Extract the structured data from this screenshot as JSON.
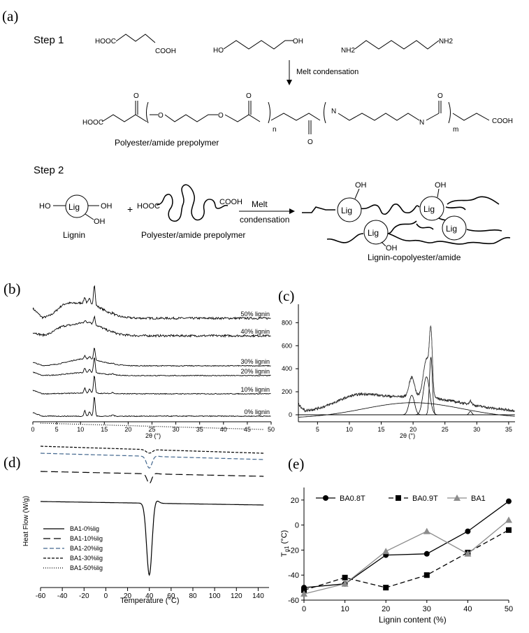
{
  "panels": {
    "a": {
      "letter": "(a)",
      "step1": "Step 1",
      "step2": "Step 2",
      "m_succinic": {
        "left": "HOOC",
        "right": "COOH"
      },
      "m_butanediol": {
        "left": "HO",
        "right": "OH"
      },
      "m_diamine": {
        "left": "NH2",
        "right": "NH2"
      },
      "arrow_label_1": "Melt condensation",
      "prepolymer": {
        "hooc": "HOOC",
        "cooh": "COOH",
        "o1": "O",
        "o2": "O",
        "co1": "O",
        "co2": "O",
        "co3": "O",
        "co4": "O",
        "n1": "N",
        "n2": "N",
        "sub_n": "n",
        "sub_m": "m"
      },
      "prepolymer_label": "Polyester/amide prepolymer",
      "lignin": {
        "lig": "Lig",
        "oh_left": "HO",
        "oh_right": "OH",
        "oh_bottom": "OH"
      },
      "lignin_label": "Lignin",
      "plus": "+",
      "prepolymer2": {
        "hooc": "HOOC",
        "cooh": "COOH"
      },
      "prepolymer2_label": "Polyester/amide prepolymer",
      "arrow_label_2a": "Melt",
      "arrow_label_2b": "condensation",
      "product": {
        "lig": "Lig",
        "oh": "OH"
      },
      "product_label": "Lignin-copolyester/amide"
    },
    "b": {
      "letter": "(b)"
    },
    "c": {
      "letter": "(c)"
    },
    "d": {
      "letter": "(d)"
    },
    "e": {
      "letter": "(e)"
    }
  },
  "chart_data": [
    {
      "id": "b",
      "type": "line",
      "xlabel": "2θ (°)",
      "xlim": [
        0,
        50
      ],
      "xticks": [
        0,
        5,
        10,
        15,
        20,
        25,
        30,
        35,
        40,
        45,
        50
      ],
      "series": [
        {
          "name": "50% lignin"
        },
        {
          "name": "40% lignin"
        },
        {
          "name": "30% lignin"
        },
        {
          "name": "20% lignin"
        },
        {
          "name": "10% lignin"
        },
        {
          "name": "0% lignin"
        }
      ]
    },
    {
      "id": "c",
      "type": "line",
      "xlabel": "2θ (°)",
      "xlim": [
        2,
        36
      ],
      "ylim": [
        -50,
        960
      ],
      "xticks": [
        5,
        10,
        15,
        20,
        25,
        30,
        35
      ],
      "yticks": [
        0,
        200,
        400,
        600,
        800
      ],
      "peaks_deconvoluted": [
        {
          "center": 19.8,
          "height": 170
        },
        {
          "center": 22.1,
          "height": 330
        },
        {
          "center": 22.8,
          "height": 500
        },
        {
          "center": 29.0,
          "height": 30
        }
      ],
      "amorphous_halo": {
        "center": 20,
        "height": 105
      }
    },
    {
      "id": "d",
      "type": "line",
      "xlabel": "Temperature (°C)",
      "ylabel": "Heat Flow (W/g)",
      "xlim": [
        -60,
        150
      ],
      "xticks": [
        -60,
        -40,
        -20,
        0,
        20,
        40,
        60,
        80,
        100,
        120,
        140
      ],
      "series": [
        {
          "name": "BA1-0%lig",
          "color": "#000000",
          "dash": "solid"
        },
        {
          "name": "BA1-10%lig",
          "color": "#000000",
          "dash": "long"
        },
        {
          "name": "BA1-20%lig",
          "color": "#44688f",
          "dash": "medium"
        },
        {
          "name": "BA1-30%lig",
          "color": "#000000",
          "dash": "short"
        },
        {
          "name": "BA1-50%lig",
          "color": "#000000",
          "dash": "dot"
        }
      ]
    },
    {
      "id": "e",
      "type": "line",
      "xlabel": "Lignin content (%)",
      "ylabel": "Tg1 (°C)",
      "ylabel_main": "T",
      "ylabel_sub": "g1",
      "ylabel_unit": " (°C)",
      "xlim": [
        0,
        50
      ],
      "ylim": [
        -60,
        30
      ],
      "xticks": [
        0,
        10,
        20,
        30,
        40,
        50
      ],
      "yticks": [
        -60,
        -40,
        -20,
        0,
        20
      ],
      "x": [
        0,
        10,
        20,
        30,
        40,
        50
      ],
      "series": [
        {
          "name": "BA0.8T",
          "marker": "circle",
          "color": "#000000",
          "dash": "solid",
          "values": [
            -50,
            -47,
            -24,
            -23,
            -5,
            19
          ]
        },
        {
          "name": "BA0.9T",
          "marker": "square",
          "color": "#000000",
          "dash": "dashed",
          "values": [
            -52,
            -42,
            -50,
            -40,
            -22,
            -4
          ]
        },
        {
          "name": "BA1",
          "marker": "triangle",
          "color": "#8c8c8c",
          "dash": "solid",
          "values": [
            -55,
            -47,
            -21,
            -5,
            -23,
            4
          ]
        }
      ]
    }
  ]
}
